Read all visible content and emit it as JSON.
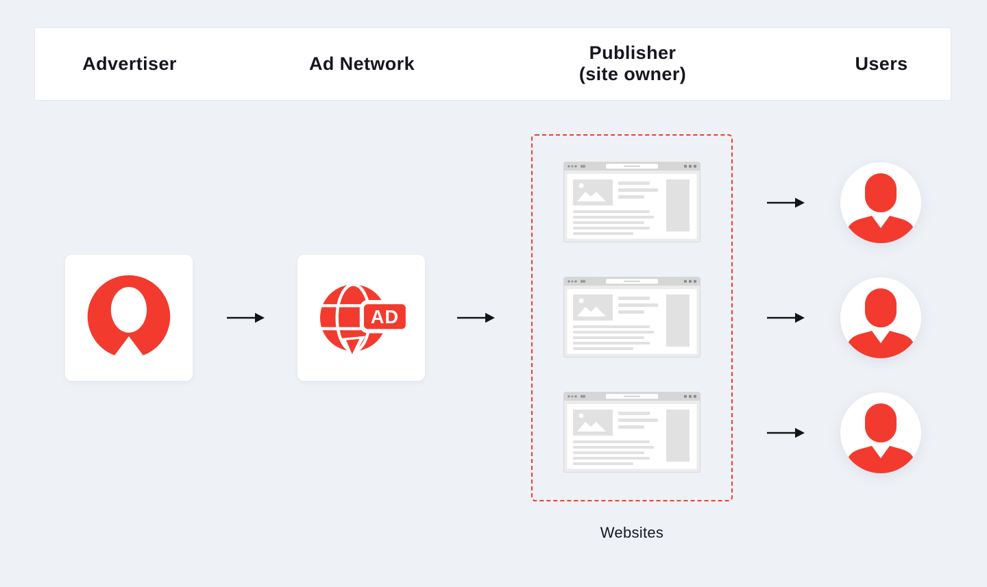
{
  "header": {
    "advertiser": "Advertiser",
    "ad_network": "Ad Network",
    "publisher_line1": "Publisher",
    "publisher_line2": "(site owner)",
    "users": "Users"
  },
  "diagram": {
    "ad_badge": "AD",
    "websites_label": "Websites"
  },
  "colors": {
    "accent_red": "#f23b2e",
    "page_bg": "#eef1f6",
    "panel_border": "#e4e7ea",
    "text_dark": "#16161f",
    "arrow_black": "#141414",
    "browser_frame": "#ececec",
    "browser_toolbar": "#d6d6d6",
    "placeholder_gray": "#e1e1e1"
  }
}
